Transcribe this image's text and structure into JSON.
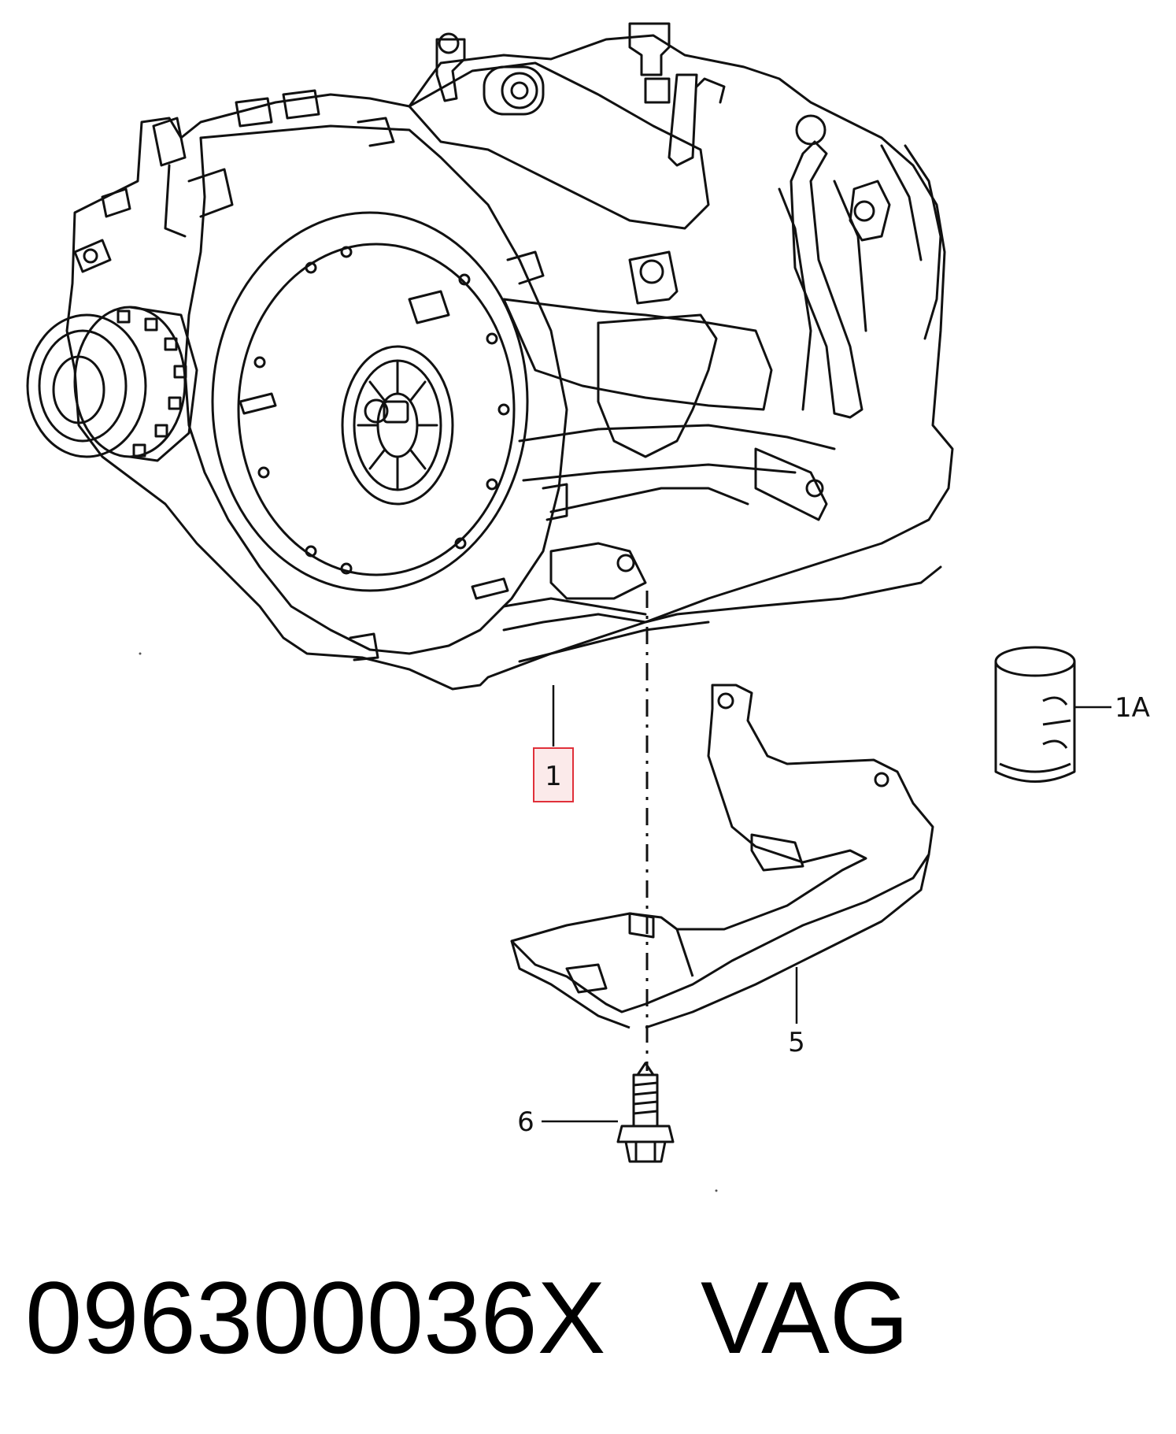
{
  "callouts": {
    "c1": "1",
    "c1a": "1A",
    "c5": "5",
    "c6": "6"
  },
  "footer": {
    "part_number": "096300036X",
    "brand": "VAG"
  },
  "colors": {
    "line": "#111111",
    "highlight": "#e0303a"
  }
}
